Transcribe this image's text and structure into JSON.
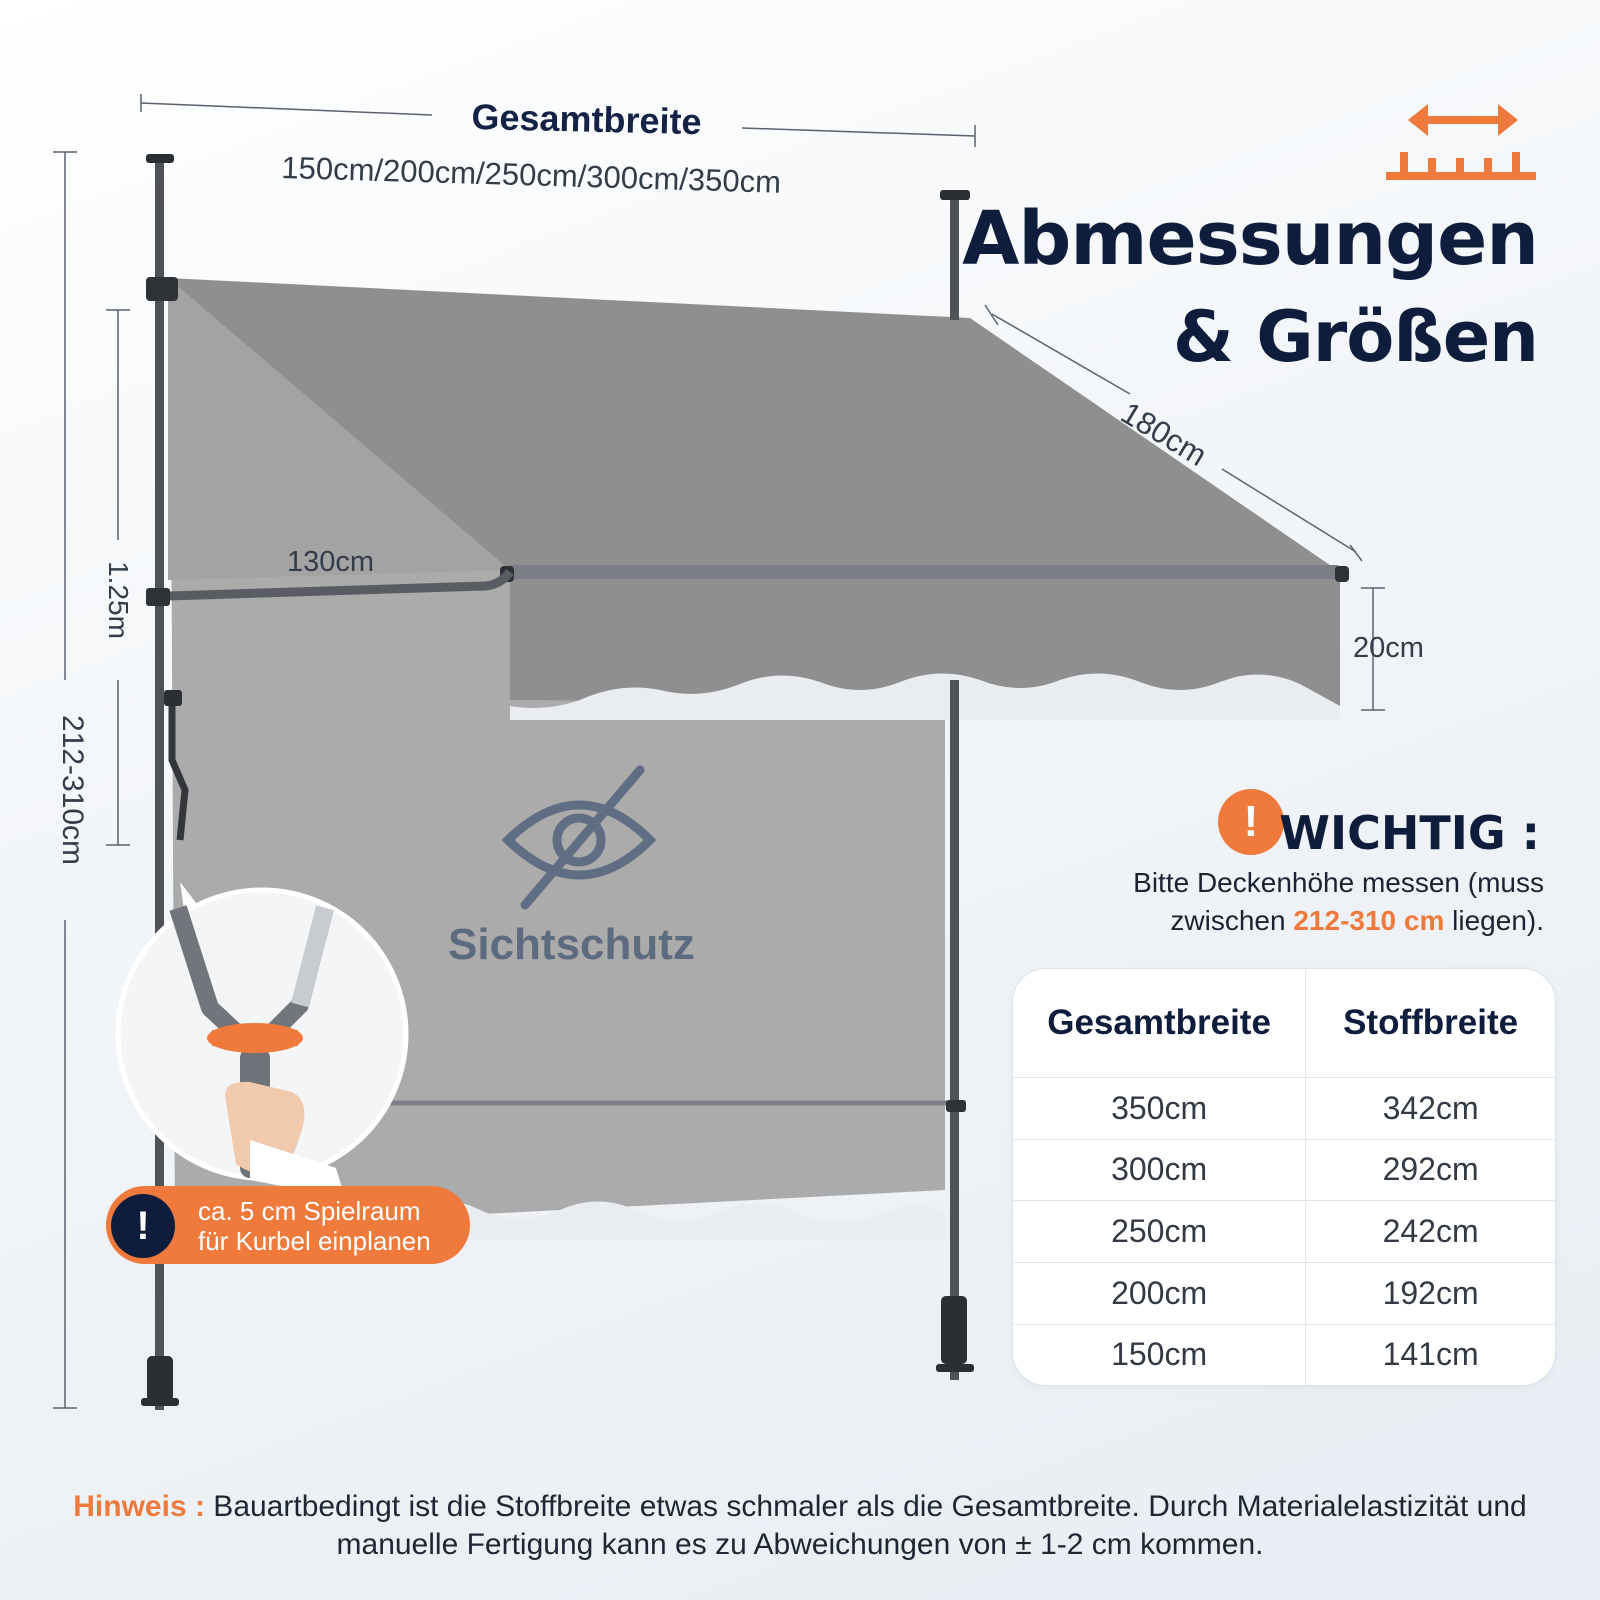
{
  "header": {
    "title_line1": "Abmessungen",
    "title_line2": "& Größen",
    "icon": "width-ruler-icon"
  },
  "dimensions": {
    "total_width_label": "Gesamtbreite",
    "widths": "150cm/200cm/250cm/300cm/350cm",
    "depth": "180cm",
    "arm": "130cm",
    "valance": "20cm",
    "arm_height": "1.25m",
    "height_range": "212-310cm"
  },
  "privacy": {
    "label": "Sichtschutz",
    "icon": "eye-slash-icon"
  },
  "warning": {
    "title": "WICHTIG :",
    "text_before": "Bitte Deckenhöhe messen (muss zwischen ",
    "highlight": "212-310 cm",
    "text_after": " liegen).",
    "icon": "exclamation-icon"
  },
  "table": {
    "headers": [
      "Gesamtbreite",
      "Stoffbreite"
    ],
    "rows": [
      [
        "350cm",
        "342cm"
      ],
      [
        "300cm",
        "292cm"
      ],
      [
        "250cm",
        "242cm"
      ],
      [
        "200cm",
        "192cm"
      ],
      [
        "150cm",
        "141cm"
      ]
    ]
  },
  "crank": {
    "line1": "ca. 5 cm Spielraum",
    "line2": "für Kurbel einplanen",
    "icon": "exclamation-icon"
  },
  "note": {
    "label": "Hinweis :",
    "text": " Bauartbedingt ist die Stoffbreite etwas schmaler als die Gesamtbreite. Durch Materialelastizität und manuelle Fertigung kann es zu Abweichungen von ± 1-2 cm kommen."
  },
  "colors": {
    "accent": "#f07a3c",
    "navy": "#0f1d3d",
    "fabric_dark": "#8d8d8d",
    "fabric_light": "#a9a9a9",
    "pole": "#54585e"
  }
}
